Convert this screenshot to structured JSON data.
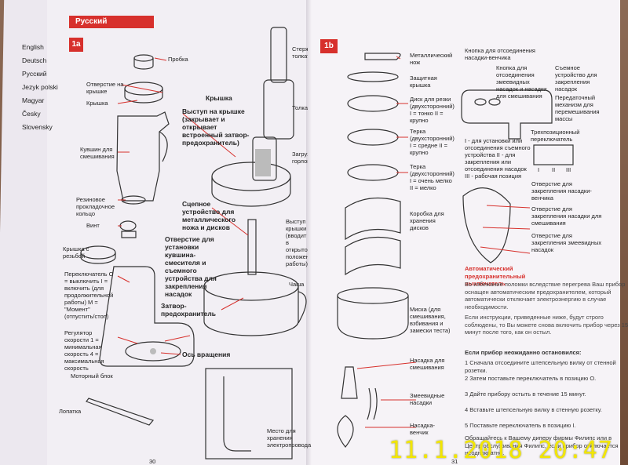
{
  "languages": [
    "English",
    "Deutsch",
    "Русский",
    "Jezyk polski",
    "Magyar",
    "Česky",
    "Slovensky"
  ],
  "left_page": {
    "header": "Русский",
    "section": "1a",
    "page_number": "30",
    "labels": {
      "probka": "Пробка",
      "otverstie": "Отверстие на крышке",
      "kryshka": "Крышка",
      "kuvshin": "Кувшин для смешивания",
      "rezinovoe": "Резиновое прокладочное кольцо",
      "vint": "Винт",
      "kryshka_rezboy": "Крышка с резьбой",
      "pereklyuchatel": "Переключатель О = выключить I = включить (для продолжительной работы) M = \"Момент\" (отпустить/стоп)",
      "regulyator": "Регулятор скорости 1 = минимальная скорость 4 = максимальная скорость",
      "motorny": "Моторный блок",
      "lopatka": "Лопатка",
      "vystup_kryshka_title": "Крышка",
      "vystup_na_kryshke": "Выступ на крышке (закрывает и открывает встроенный затвор-предохранитель)",
      "stsepnoe": "Сцепное устройство для металлического ножа и дисков",
      "otverstie_ustanovki": "Отверстие для установки кувшина-смесителя и съемного устройства для закрепления насадок",
      "zatvor": "Затвор-предохранитель",
      "os": "Ось вращения",
      "chasha": "Чаша",
      "mesto": "Место для хранения электропровода",
      "tolkatel_short": "Толкатель",
      "stanovka": "Стержень толкателя",
      "zagruzochnaya": "Загрузочная горловина",
      "vystup_kryshki": "Выступ крышки (вводит в открытое положение работы)"
    }
  },
  "right_page": {
    "section": "1b",
    "page_number": "31",
    "labels": {
      "metall_nozh": "Металлический нож",
      "zashchitnaya": "Защитная крышка",
      "disk_rezki": "Диск для резки (двухсторонний) I = тонко II = крупно",
      "terka1": "Терка (двухсторонний) I = средне II = крупно",
      "terka2": "Терка (двухсторонний) I = очень мелко II = мелко",
      "korobka": "Коробка для хранения дисков",
      "miska": "Миска (для смешивания, взбивания и замески теста)",
      "nasadka_smeshivaniya": "Насадка для смешивания",
      "zmeevidnye": "Змеевидные насадки",
      "nasadka_venchik": "Насадка-венчик",
      "knopka_title": "Кнопка для отсоединения насадки-венчика",
      "knopka_otsoedineniya": "Кнопка для отсоединения змеевидных насадок и насадки для смешивания",
      "semnoe": "Съемное устройство для закрепления насадок",
      "peredatochny": "Передаточный механизм для перемешивания массы",
      "trekhpozitsionny": "Трехпозиционный переключатель",
      "positions": "I - для установки или отсоединения съемного устройства II - для закрепления или отсоединения насадок III - рабочая позиция",
      "pos_labels": [
        "I",
        "II",
        "III"
      ],
      "otv1": "Отверстие для закрепления насадки-венчика",
      "otv2": "Отверстие для закрепления насадки для смешивания",
      "otv3": "Отверстие для закрепления змеевидных насадок"
    },
    "auto_title": "Автоматический предохранительный выключатель",
    "auto_text1": "Во избежание поломки вследствие перегрева Ваш прибор оснащен автоматическим предохранителем, который автоматически отключает электроэнергию в случае необходимости.",
    "auto_text2": "Если инструкции, приведенные ниже, будут строго соблюдены, то Вы можете снова включить прибор через 15 минут после того, как он остыл.",
    "stop_title": "Если прибор неожиданно остановился:",
    "steps": [
      "1  Сначала отсоедините штепсельную вилку от стенной розетки.",
      "2  Затем поставьте переключатель в позицию О.",
      "3  Дайте прибору остыть в течение 15 минут.",
      "4  Вставьте штепсельную вилку в стенную розетку.",
      "5  Поставьте переключатель в позицию I."
    ],
    "footer": "Обращайтесь к Вашему диперу фирмы Филипс или в Центр обслуживания Филипс, если прибор отключается неоднократно."
  },
  "date_stamp": "11.1.2018  20:47",
  "colors": {
    "accent": "#d7302c",
    "stamp": "#f2e600"
  }
}
